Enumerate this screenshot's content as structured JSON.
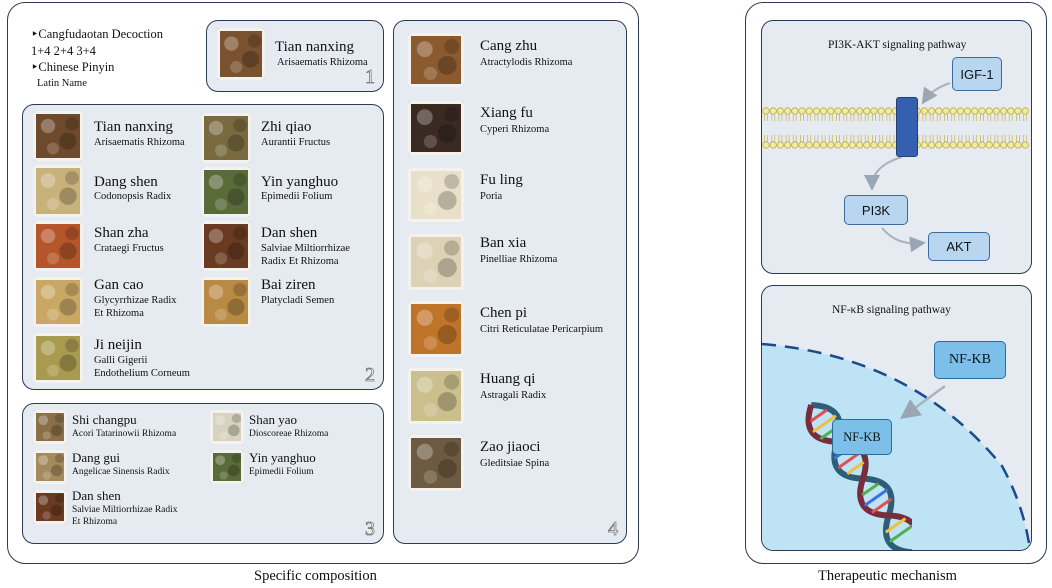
{
  "legend": {
    "formula": "‣Cangfudaotan Decoction",
    "combos": "1+4  2+4  3+4",
    "pinyin_label": "‣Chinese Pinyin",
    "latin_label": "Latin Name"
  },
  "group1": {
    "number": "1",
    "herbs": [
      {
        "pinyin": "Tian nanxing",
        "latin": "Arisaematis Rhizoma",
        "color": "#7a5230"
      }
    ]
  },
  "group2": {
    "number": "2",
    "herbs": [
      {
        "pinyin": "Tian nanxing",
        "latin": "Arisaematis Rhizoma",
        "color": "#6e4a2c"
      },
      {
        "pinyin": "Zhi qiao",
        "latin": "Aurantii Fructus",
        "color": "#7a6a40"
      },
      {
        "pinyin": "Dang shen",
        "latin": "Codonopsis Radix",
        "color": "#c8b27c"
      },
      {
        "pinyin": "Yin yanghuo",
        "latin": "Epimedii Folium",
        "color": "#5a6b3a"
      },
      {
        "pinyin": "Shan zha",
        "latin": "Crataegi Fructus",
        "color": "#b5552a"
      },
      {
        "pinyin": "Dan shen",
        "latin": "Salviae Miltiorrhizae",
        "latin2": "Radix Et Rhizoma",
        "color": "#6a3a22"
      },
      {
        "pinyin": "Gan cao",
        "latin": "Glycyrrhizae Radix",
        "latin2": "Et Rhizoma",
        "color": "#c9a866"
      },
      {
        "pinyin": "Bai ziren",
        "latin": "Platycladi Semen",
        "color": "#b88a44"
      },
      {
        "pinyin": "Ji neijin",
        "latin": "Galli Gigerii",
        "latin2": "Endothelium Corneum",
        "color": "#a89a4e"
      }
    ]
  },
  "group3": {
    "number": "3",
    "herbs": [
      {
        "pinyin": "Shi changpu",
        "latin": "Acori Tatarinowii Rhizoma",
        "color": "#8a7048"
      },
      {
        "pinyin": "Shan yao",
        "latin": "Dioscoreae Rhizoma",
        "color": "#d8d2c0"
      },
      {
        "pinyin": "Dang gui",
        "latin": "Angelicae Sinensis Radix",
        "color": "#a58a5e"
      },
      {
        "pinyin": "Yin yanghuo",
        "latin": "Epimedii Folium",
        "color": "#5a6b3a"
      },
      {
        "pinyin": "Dan shen",
        "latin": "Salviae Miltiorrhizae Radix",
        "latin2": "Et Rhizoma",
        "color": "#6a3a22"
      }
    ]
  },
  "group4": {
    "number": "4",
    "herbs": [
      {
        "pinyin": "Cang zhu",
        "latin": "Atractylodis Rhizoma",
        "color": "#8b5a2e"
      },
      {
        "pinyin": "Xiang fu",
        "latin": "Cyperi Rhizoma",
        "color": "#3a2a22"
      },
      {
        "pinyin": "Fu ling",
        "latin": "Poria",
        "color": "#e8e0c8"
      },
      {
        "pinyin": "Ban xia",
        "latin": "Pinelliae Rhizoma",
        "color": "#ddd2b6"
      },
      {
        "pinyin": "Chen pi",
        "latin": "Citri Reticulatae Pericarpium",
        "color": "#c0742a"
      },
      {
        "pinyin": "Huang qi",
        "latin": "Astragali Radix",
        "color": "#cbbf8e"
      },
      {
        "pinyin": "Zao jiaoci",
        "latin": "Gleditsiae Spina",
        "color": "#6e5a40"
      }
    ]
  },
  "captions": {
    "left": "Specific composition",
    "right": "Therapeutic mechanism"
  },
  "pi3k_panel": {
    "title": "PI3K-AKT signaling pathway",
    "igf1": "IGF-1",
    "pi3k": "PI3K",
    "akt": "AKT"
  },
  "nfkb_panel": {
    "title": "NF-κB signaling pathway",
    "nfkb_outside": "NF-KB",
    "nfkb_inside": "NF-KB"
  }
}
